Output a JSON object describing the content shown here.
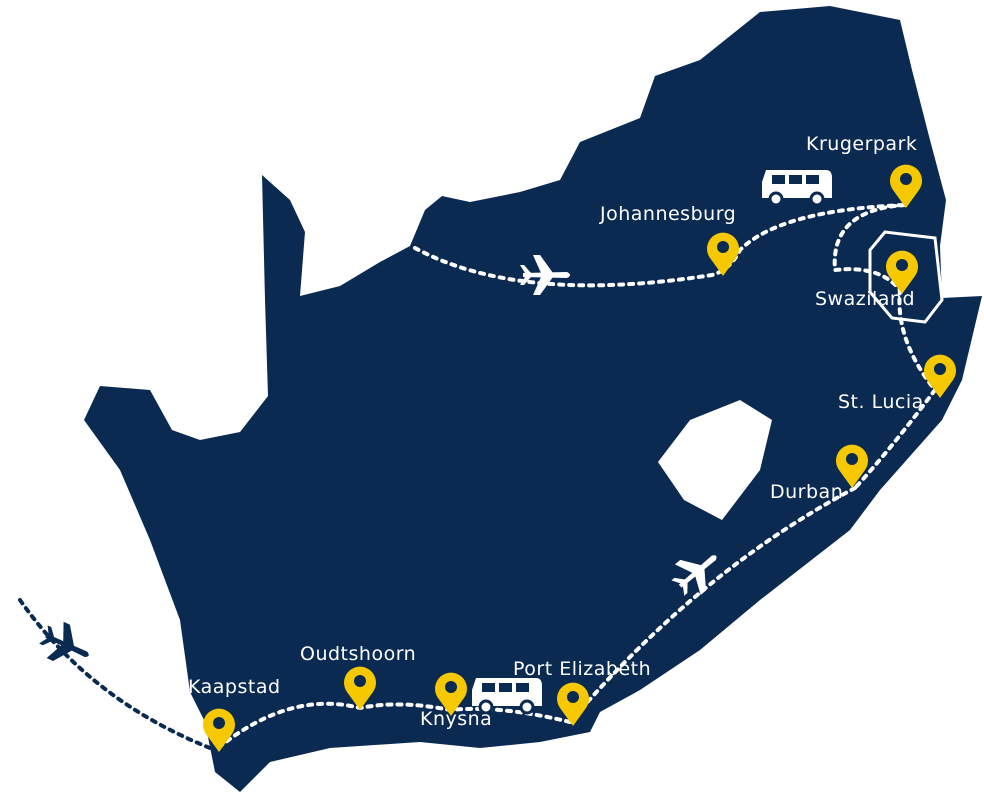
{
  "map": {
    "title": "South Africa route",
    "colors": {
      "land": "#0a2a52",
      "pin": "#f5c800",
      "route": "#ffffff",
      "background": "#ffffff"
    },
    "locations": [
      {
        "name": "Krugerpark"
      },
      {
        "name": "Johannesburg"
      },
      {
        "name": "Swaziland"
      },
      {
        "name": "St. Lucia"
      },
      {
        "name": "Durban"
      },
      {
        "name": "Port Elizabeth"
      },
      {
        "name": "Knysna"
      },
      {
        "name": "Oudtshoorn"
      },
      {
        "name": "Kaapstad"
      }
    ],
    "icons": [
      "airplane-icon",
      "van-icon",
      "map-pin-icon"
    ]
  }
}
